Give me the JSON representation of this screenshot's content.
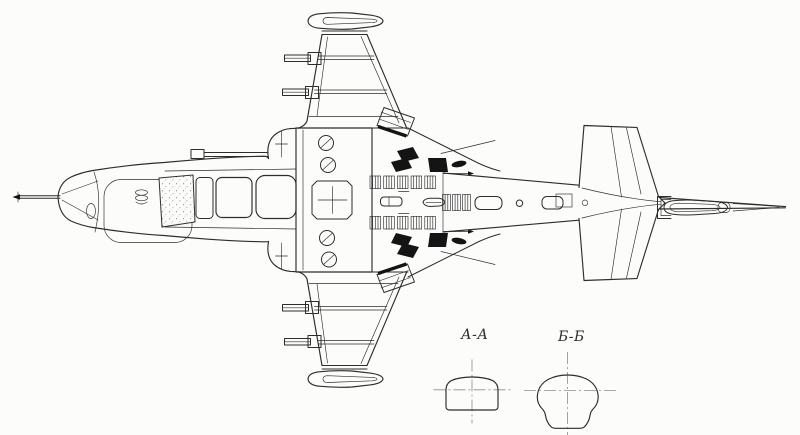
{
  "theme": {
    "bg": "#fcfcfb",
    "line": "#2d2d2d",
    "ink": "#141414",
    "center": "#8c8c8c",
    "speckle": "#666666"
  },
  "sections": {
    "a": {
      "label": "А-А"
    },
    "b": {
      "label": "Б-Б"
    }
  },
  "drawing": {
    "view": "top",
    "parts": [
      "pitot-probe",
      "nose-cone",
      "nose-access-panel",
      "nose-emblem",
      "landing-light",
      "cannon-barrel",
      "windshield",
      "canopy-front",
      "canopy-rear",
      "intake-blister",
      "wing-right",
      "wing-left",
      "tip-tank-right",
      "tip-tank-left",
      "pylon",
      "flap-root-panel",
      "center-wing-box",
      "fuel-filler-cap",
      "center-access-hatch",
      "vent-grilles",
      "walkway-marking",
      "tail-boom",
      "boom-access-hatch",
      "horizontal-stabilizer",
      "fin-projection",
      "exhaust-fairing",
      "tail-cone",
      "cross-section-a",
      "cross-section-b"
    ]
  }
}
